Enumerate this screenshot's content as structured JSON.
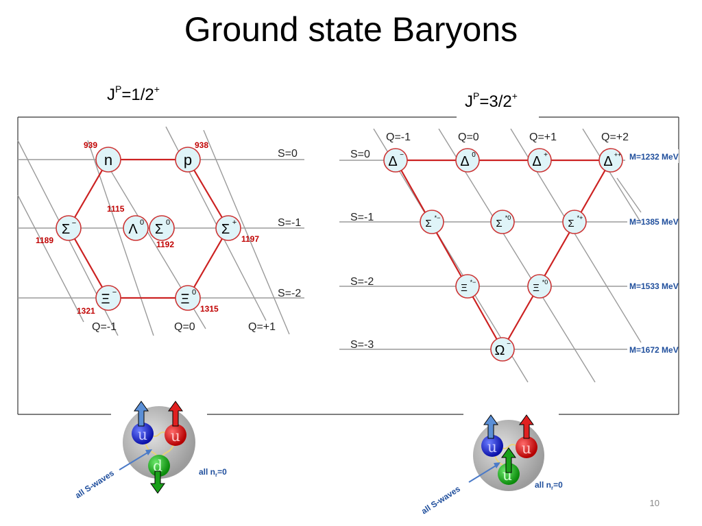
{
  "title": "Ground state Baryons",
  "left": {
    "spin_base": "J",
    "spin_sup": "P",
    "spin_rest": "=1/2",
    "spin_sign": "+",
    "particles": {
      "n": "n",
      "p": "p",
      "sigma_minus": "Σ",
      "sigma_minus_sup": "−",
      "lambda0": "Λ",
      "lambda0_sup": "0",
      "sigma0": "Σ",
      "sigma0_sup": "0",
      "sigma_plus": "Σ",
      "sigma_plus_sup": "+",
      "xi_minus": "Ξ",
      "xi_minus_sup": "−",
      "xi0": "Ξ",
      "xi0_sup": "0"
    },
    "masses": {
      "n": "939",
      "p": "938",
      "lambda": "1115",
      "sigma_minus": "1189",
      "sigma0": "1192",
      "sigma_plus": "1197",
      "xi_minus": "1321",
      "xi0": "1315"
    },
    "strangeness": [
      "S=0",
      "S=-1",
      "S=-2"
    ],
    "charges": [
      "Q=-1",
      "Q=0",
      "Q=+1"
    ]
  },
  "right": {
    "spin_base": "J",
    "spin_sup": "P",
    "spin_rest": "=3/2",
    "spin_sign": "+",
    "charges": [
      "Q=-1",
      "Q=0",
      "Q=+1",
      "Q=+2"
    ],
    "strangeness": [
      "S=0",
      "S=-1",
      "S=-2",
      "S=-3"
    ],
    "particles": {
      "delta_minus": "Δ",
      "delta_minus_sup": "−",
      "delta0": "Δ",
      "delta0_sup": "0",
      "delta_plus": "Δ",
      "delta_plus_sup": "+",
      "delta_pp": "Δ",
      "delta_pp_sup": "++",
      "sigmastar_minus": "Σ",
      "sigmastar_minus_sup": "*−",
      "sigmastar0": "Σ",
      "sigmastar0_sup": "*0",
      "sigmastar_plus": "Σ",
      "sigmastar_plus_sup": "*+",
      "xistar_minus": "Ξ",
      "xistar_minus_sup": "*−",
      "xistar0": "Ξ",
      "xistar0_sup": "*0",
      "omega_minus": "Ω",
      "omega_minus_sup": "−"
    },
    "masses": [
      "M=1232 MeV",
      "M=1385 MeV",
      "M=1533 MeV",
      "M=1672 MeV"
    ]
  },
  "quarks_left": {
    "q1": "u",
    "q2": "u",
    "q3": "d",
    "swaves": "all S-waves",
    "nr": "all n",
    "nr_sub": "r",
    "nr_val": "=0"
  },
  "quarks_right": {
    "q1": "u",
    "q2": "u",
    "q3": "u",
    "swaves": "all S-waves",
    "nr": "all n",
    "nr_sub": "r",
    "nr_val": "=0"
  },
  "page_number": "10",
  "colors": {
    "red_line": "#cc2222",
    "mass_red": "#c00000",
    "mass_blue": "#1f4e9c",
    "node_fill": "#dff4f8",
    "node_stroke": "#cc3333",
    "grid": "#9a9a9a"
  }
}
